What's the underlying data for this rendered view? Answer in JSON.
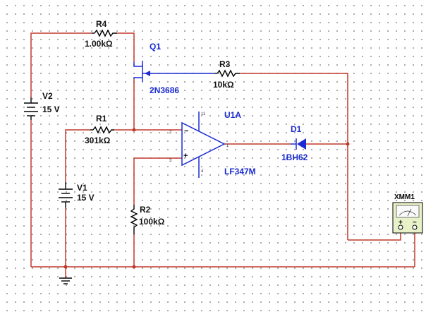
{
  "components": {
    "r4": {
      "ref": "R4",
      "value": "1.00kΩ"
    },
    "r3": {
      "ref": "R3",
      "value": "10kΩ"
    },
    "r1": {
      "ref": "R1",
      "value": "301kΩ"
    },
    "r2": {
      "ref": "R2",
      "value": "100kΩ"
    },
    "q1": {
      "ref": "Q1",
      "model": "2N3686"
    },
    "v2": {
      "ref": "V2",
      "value": "15 V"
    },
    "v1": {
      "ref": "V1",
      "value": "15 V"
    },
    "u1a": {
      "ref": "U1A",
      "model": "LF347M",
      "pins": {
        "p11": "11",
        "p2": "2",
        "p3": "3",
        "p4": "4",
        "p1": "1"
      },
      "minus": "−",
      "plus": "+"
    },
    "d1": {
      "ref": "D1",
      "model": "1BH62"
    },
    "xmm1": {
      "ref": "XMM1",
      "plus": "+",
      "minus": "−"
    }
  },
  "colors": {
    "wire": "#c0392b",
    "part_label": "#1a2bd1",
    "grid_dot": "#8a8a8a"
  }
}
